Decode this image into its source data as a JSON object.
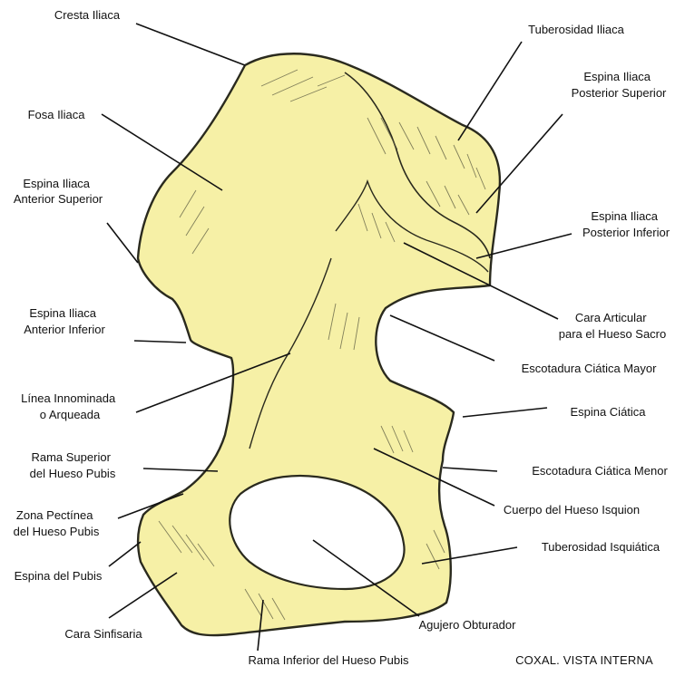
{
  "diagram": {
    "title": "COXAL. VISTA INTERNA",
    "colors": {
      "bone": "#f6f0a6",
      "outline": "#2a2a1e",
      "text": "#111111"
    },
    "labels": {
      "cresta_iliaca": [
        "Cresta Iliaca"
      ],
      "fosa_iliaca": [
        "Fosa Iliaca"
      ],
      "espina_ant_sup": [
        "Espina Iliaca",
        "Anterior Superior"
      ],
      "espina_ant_inf": [
        "Espina Iliaca",
        "Anterior Inferior"
      ],
      "linea_innominada": [
        "Línea Innominada",
        "o Arqueada"
      ],
      "rama_sup_pubis": [
        "Rama Superior",
        "del Hueso Pubis"
      ],
      "zona_pectinea": [
        "Zona Pectínea",
        "del Hueso Pubis"
      ],
      "espina_pubis": [
        "Espina del Pubis"
      ],
      "cara_sinfisaria": [
        "Cara Sinfisaria"
      ],
      "rama_inf_pubis": [
        "Rama Inferior del Hueso Pubis"
      ],
      "tuberosidad_iliaca": [
        "Tuberosidad Iliaca"
      ],
      "espina_post_sup": [
        "Espina Iliaca",
        "Posterior Superior"
      ],
      "espina_post_inf": [
        "Espina Iliaca",
        "Posterior Inferior"
      ],
      "cara_articular": [
        "Cara Articular",
        "para el Hueso Sacro"
      ],
      "escotadura_mayor": [
        "Escotadura Ciática Mayor"
      ],
      "espina_ciatica": [
        "Espina Ciática"
      ],
      "escotadura_menor": [
        "Escotadura Ciática Menor"
      ],
      "cuerpo_isquion": [
        "Cuerpo del Hueso Isquion"
      ],
      "tuberosidad_isquiatica": [
        "Tuberosidad Isquiática"
      ],
      "agujero_obturador": [
        "Agujero Obturador"
      ]
    }
  }
}
